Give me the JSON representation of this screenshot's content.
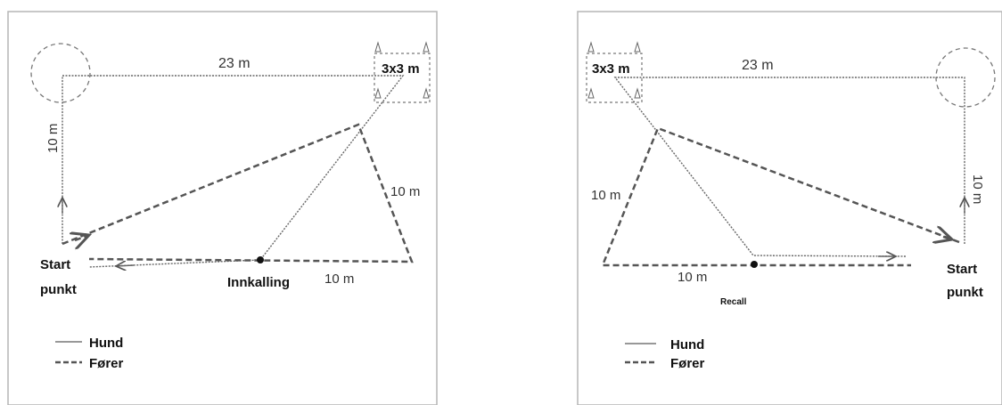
{
  "left_diagram": {
    "distance_top": "23 m",
    "distance_left": "10 m",
    "distance_right": "10 m",
    "distance_bottom": "10 m",
    "box_label": "3x3 m",
    "start_line1": "Start",
    "start_line2": "punkt",
    "recall_label": "Innkalling",
    "legend_solid": "Hund",
    "legend_dashed": "Fører"
  },
  "right_diagram": {
    "distance_top": "23 m",
    "distance_right": "10 m",
    "distance_left": "10 m",
    "distance_bottom": "10 m",
    "box_label": "3x3 m",
    "start_line1": "Start",
    "start_line2": "punkt",
    "recall_label": "Recall",
    "legend_solid": "Hund",
    "legend_dashed": "Fører"
  }
}
